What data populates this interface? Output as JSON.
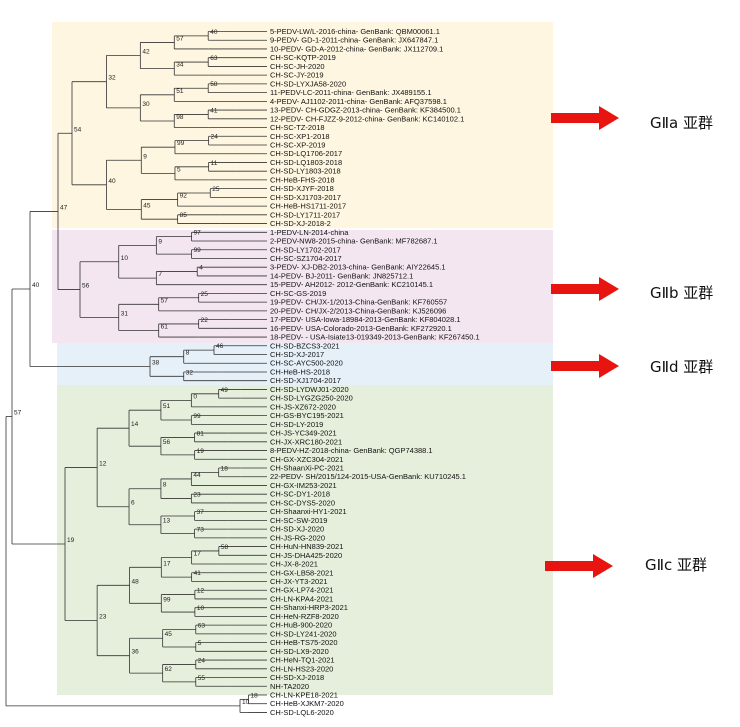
{
  "subgroups": [
    {
      "id": "a",
      "label": "GⅡa 亚群",
      "color": "#fef6e0",
      "leaves": [
        "5-PEDV-LW/L-2016-china- GenBank: QBM00061.1",
        "9-PEDV- GD-1-2011-china- GenBank: JX647847.1",
        "10-PEDV- GD-A-2012-china- GenBank: JX112709.1",
        "CH-SC-KQTP-2019",
        "CH-SC-JH-2020",
        "CH-SC-JY-2019",
        "CH-SD-LYXJA58-2020",
        "11-PEDV-LC-2011-china- GenBank: JX489155.1",
        "4-PEDV- AJ1102-2011-china- GenBank: AFQ37598.1",
        "13-PEDV- CH-GDGZ-2013-china- GenBank: KF384500.1",
        "12-PEDV- CH-FJZZ-9-2012-china- GenBank: KC140102.1",
        "CH-SC-TZ-2018",
        "CH-SC-XP1-2018",
        "CH-SC-XP-2019",
        "CH-SD-LQ1706-2017",
        "CH-SD-LQ1803-2018",
        "CH-SD-LY1803-2018",
        "CH-HeB-FHS-2018",
        "CH-SD-XJYF-2018",
        "CH-SD-XJ1703-2017",
        "CH-HeB-HS1711-2017",
        "CH-SD-LY1711-2017",
        "CH-SD-XJ-2018-2"
      ]
    },
    {
      "id": "b",
      "label": "GⅡb 亚群",
      "color": "#f3e6f0",
      "leaves": [
        "1-PEDV-LN-2014-china",
        "2-PEDV-NW8-2015-china- GenBank: MF782687.1",
        "CH-SD-LY1702-2017",
        "CH-SC-SZ1704-2017",
        "3-PEDV- XJ-DB2-2013-china- GenBank: AIY22645.1",
        "14-PEDV- BJ-2011- GenBank: JN825712.1",
        "15-PEDV- AH2012- 2012-GenBank: KC210145.1",
        "CH-SC-GS-2019",
        "19-PEDV- CH/JX-1/2013-China-GenBank: KF760557",
        "20-PEDV- CH/JX-2/2013-China-GenBank: KJ526096",
        "17-PEDV- USA-Iowa-18984-2013-GenBank: KF804028.1",
        "16-PEDV- USA-Colorado-2013-GenBank: KF272920.1",
        "18-PEDV- - USA-Isiate13-019349-2013-GenBank: KF267450.1"
      ]
    },
    {
      "id": "d",
      "label": "GⅡd 亚群",
      "color": "#e6f0f8",
      "leaves": [
        "CH-SD-BZCS3-2021",
        "CH-SD-XJ-2017",
        "CH-SC-AYC500-2020",
        "CH-HeB-HS-2018",
        "CH-SD-XJ1704-2017"
      ]
    },
    {
      "id": "c",
      "label": "GⅡc 亚群",
      "color": "#e6efdc",
      "leaves": [
        "CH-SD-LYDWJ01-2020",
        "CH-SD-LYGZG250-2020",
        "CH-JS-XZ672-2020",
        "CH-GS-BYC195-2021",
        "CH-SD-LY-2019",
        "CH-JS-YC349-2021",
        "CH-JX-XRC180-2021",
        "8-PEDV-HZ-2018-china- GenBank: QGP74388.1",
        "CH-GX-XZC304-2021",
        "CH-ShaanXi-PC-2021",
        "22-PEDV- SH/2015/124-2015-USA-GenBank: KU710245.1",
        "CH-GX-IM253-2021",
        "CH-SC-DY1-2018",
        "CH-SC-DYS5-2020",
        "CH-Shaanxi-HY1-2021",
        "CH-SC-SW-2019",
        "CH-SD-XJ-2020",
        "CH-JS-RG-2020",
        "CH-HuN-HN839-2021",
        "CH-JS-DHA425-2020",
        "CH-JX-8-2021",
        "CH-GX-LB58-2021",
        "CH-JX-YT3-2021",
        "CH-GX-LP74-2021",
        "CH-LN-KPA4-2021",
        "CH-Shanxi-HRP3-2021",
        "CH-HeN-RZF8-2020",
        "CH-HuB-900-2020",
        "CH-SD-LY241-2020",
        "CH-HeB-TS75-2020",
        "CH-SD-LX9-2020",
        "CH-HeN-TQ1-2021",
        "CH-LN-HS23-2020",
        "CH-SD-XJ-2018",
        "NH-TA2020"
      ]
    }
  ],
  "outgroup": [
    "CH-LN-KPE18-2021",
    "CH-HeB-XJKM7-2020",
    "CH-SD-LQL6-2020"
  ],
  "bootstrap": [
    "40",
    "57",
    "63",
    "34",
    "42",
    "58",
    "51",
    "41",
    "98",
    "30",
    "32",
    "24",
    "99",
    "11",
    "5",
    "9",
    "25",
    "92",
    "85",
    "45",
    "40",
    "54",
    "97",
    "99",
    "9",
    "4",
    "7",
    "10",
    "25",
    "57",
    "22",
    "61",
    "31",
    "56",
    "46",
    "8",
    "32",
    "38",
    "49",
    "0",
    "99",
    "51",
    "81",
    "19",
    "56",
    "14",
    "18",
    "44",
    "23",
    "8",
    "37",
    "73",
    "13",
    "6",
    "12",
    "58",
    "17",
    "41",
    "17",
    "12",
    "10",
    "99",
    "48",
    "63",
    "5",
    "45",
    "24",
    "55",
    "62",
    "36",
    "23",
    "19",
    "18",
    "10",
    "47"
  ],
  "colors": {
    "arrow": "#e8140f",
    "branch": "#333333"
  }
}
